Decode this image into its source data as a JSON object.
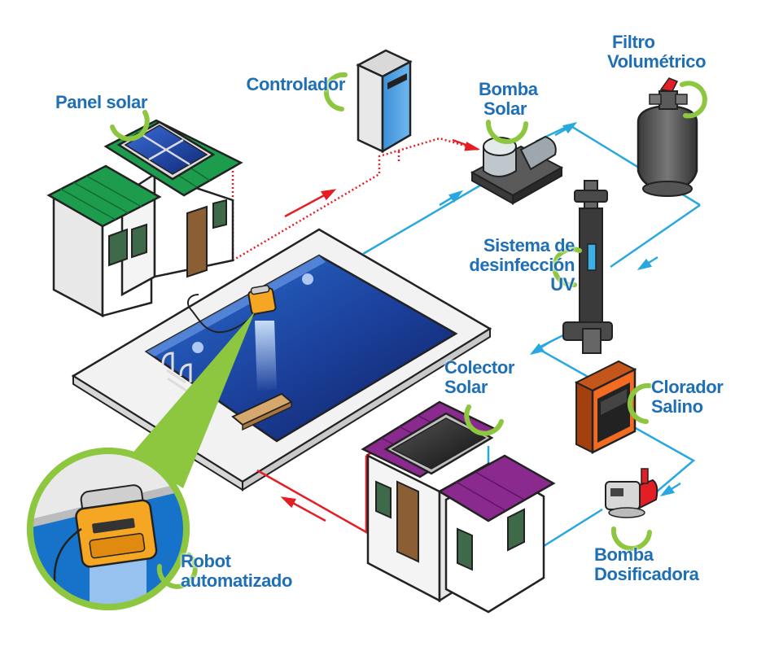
{
  "colors": {
    "accent_green": "#8dc63f",
    "label_blue": "#1f6fb6",
    "water_pipe": "#29a8e0",
    "hot_pipe": "#e31e24",
    "pool_water": "#1b3f9a"
  },
  "labels": {
    "panel_solar": [
      "Panel solar"
    ],
    "controlador": [
      "Controlador"
    ],
    "bomba_solar": [
      "Bomba",
      "Solar"
    ],
    "filtro": [
      "Filtro",
      "Volumétrico"
    ],
    "uv": [
      "Sistema de",
      "desinfección",
      "UV"
    ],
    "colector": [
      "Colector",
      "Solar"
    ],
    "clorador": [
      "Clorador",
      "Salino"
    ],
    "dosificadora": [
      "Bomba",
      "Dosificadora"
    ],
    "robot": [
      "Robot",
      "automatizado"
    ]
  },
  "icons": [
    "solar-panel-icon",
    "controller-cabinet-icon",
    "solar-pump-icon",
    "sand-filter-icon",
    "uv-sterilizer-icon",
    "solar-collector-icon",
    "salt-chlorinator-icon",
    "dosing-pump-icon",
    "pool-robot-icon"
  ]
}
